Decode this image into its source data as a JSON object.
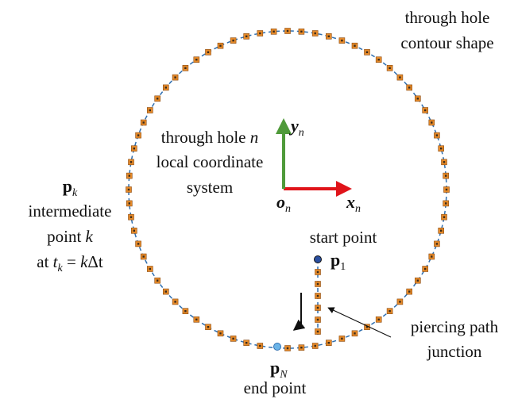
{
  "colors": {
    "contour_line": "#2f6fb0",
    "point_fill": "#e58a2a",
    "point_stroke": "#8a4a10",
    "point_center": "#3a2a1a",
    "y_axis": "#4f9a3a",
    "x_axis": "#e0141a",
    "start_point": "#2a4fa0",
    "end_point": "#6ab4e8",
    "text": "#111111"
  },
  "labels": {
    "contour": [
      "through hole",
      "contour shape"
    ],
    "coord_system": [
      "through hole ",
      "n",
      "local coordinate",
      "system"
    ],
    "intermediate": {
      "bold": "p",
      "sub": "k",
      "lines": [
        "intermediate",
        "point "
      ],
      "point_k": "k",
      "at": "at ",
      "t": "t",
      "t_sub": "k",
      "eq": " = ",
      "k": "k",
      "delta_t": "Δt"
    },
    "start": "start point",
    "p1": {
      "bold": "p",
      "sub": "1"
    },
    "piercing": [
      "piercing path",
      "junction"
    ],
    "end": "end point",
    "pN": {
      "bold": "p",
      "sub": "N"
    },
    "axis_x": {
      "letter": "x",
      "sub": "n"
    },
    "axis_y": {
      "letter": "y",
      "sub": "n"
    },
    "origin": {
      "letter": "o",
      "sub": "n"
    }
  }
}
